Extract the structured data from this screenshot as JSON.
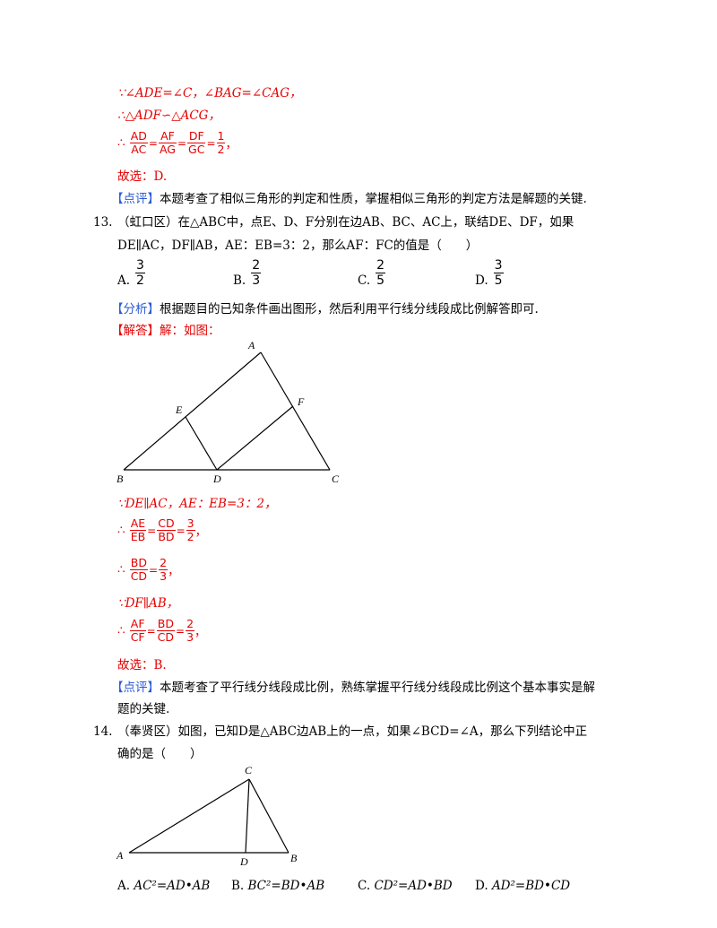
{
  "q12": {
    "line1": "∵∠ADE=∠C，∠BAG=∠CAG，",
    "line2_prefix": "∴△ADF∽△ACG，",
    "therefore": "∴",
    "fractions": [
      {
        "num": "AD",
        "den": "AC"
      },
      {
        "num": "AF",
        "den": "AG"
      },
      {
        "num": "DF",
        "den": "GC"
      },
      {
        "num": "1",
        "den": "2"
      }
    ],
    "eq": "=",
    "tail": "，",
    "choose": "故选：D.",
    "review_tag": "【点评】",
    "review_text": "本题考查了相似三角形的判定和性质，掌握相似三角形的判定方法是解题的关键."
  },
  "q13": {
    "number": "13.",
    "stem_line1": "（虹口区）在△ABC中，点E、D、F分别在边AB、BC、AC上，联结DE、DF，如果",
    "stem_line2": "DE∥AC，DF∥AB，AE：EB=3：2，那么AF：FC的值是（　　）",
    "options": [
      {
        "label": "A.",
        "num": "3",
        "den": "2"
      },
      {
        "label": "B.",
        "num": "2",
        "den": "3"
      },
      {
        "label": "C.",
        "num": "2",
        "den": "5"
      },
      {
        "label": "D.",
        "num": "3",
        "den": "5"
      }
    ],
    "analysis_tag": "【分析】",
    "analysis_text": "根据题目的已知条件画出图形，然后利用平行线分线段成比例解答即可.",
    "answer_tag": "【解答】",
    "answer_text": "解：如图：",
    "figure_labels": {
      "A": "A",
      "B": "B",
      "C": "C",
      "D": "D",
      "E": "E",
      "F": "F"
    },
    "step1": "∵DE∥AC，AE：EB=3：2，",
    "step2": {
      "f1": {
        "num": "AE",
        "den": "EB"
      },
      "f2": {
        "num": "CD",
        "den": "BD"
      },
      "f3": {
        "num": "3",
        "den": "2"
      }
    },
    "step3": {
      "f1": {
        "num": "BD",
        "den": "CD"
      },
      "f2": {
        "num": "2",
        "den": "3"
      }
    },
    "step4": "∵DF∥AB，",
    "step5": {
      "f1": {
        "num": "AF",
        "den": "CF"
      },
      "f2": {
        "num": "BD",
        "den": "CD"
      },
      "f3": {
        "num": "2",
        "den": "3"
      }
    },
    "choose": "故选：B.",
    "review_tag": "【点评】",
    "review_line1": "本题考查了平行线分线段成比例，熟练掌握平行线分线段成比例这个基本事实是解",
    "review_line2": "题的关键."
  },
  "q14": {
    "number": "14.",
    "stem_line1": "（奉贤区）如图，已知D是△ABC边AB上的一点，如果∠BCD=∠A，那么下列结论中正",
    "stem_line2": "确的是（　　）",
    "figure_labels": {
      "A": "A",
      "B": "B",
      "C": "C",
      "D": "D"
    },
    "options": [
      {
        "label": "A.",
        "text": "AC²=AD•AB"
      },
      {
        "label": "B.",
        "text": "BC²=BD•AB"
      },
      {
        "label": "C.",
        "text": "CD²=AD•BD"
      },
      {
        "label": "D.",
        "text": "AD²=BD•CD"
      }
    ]
  }
}
